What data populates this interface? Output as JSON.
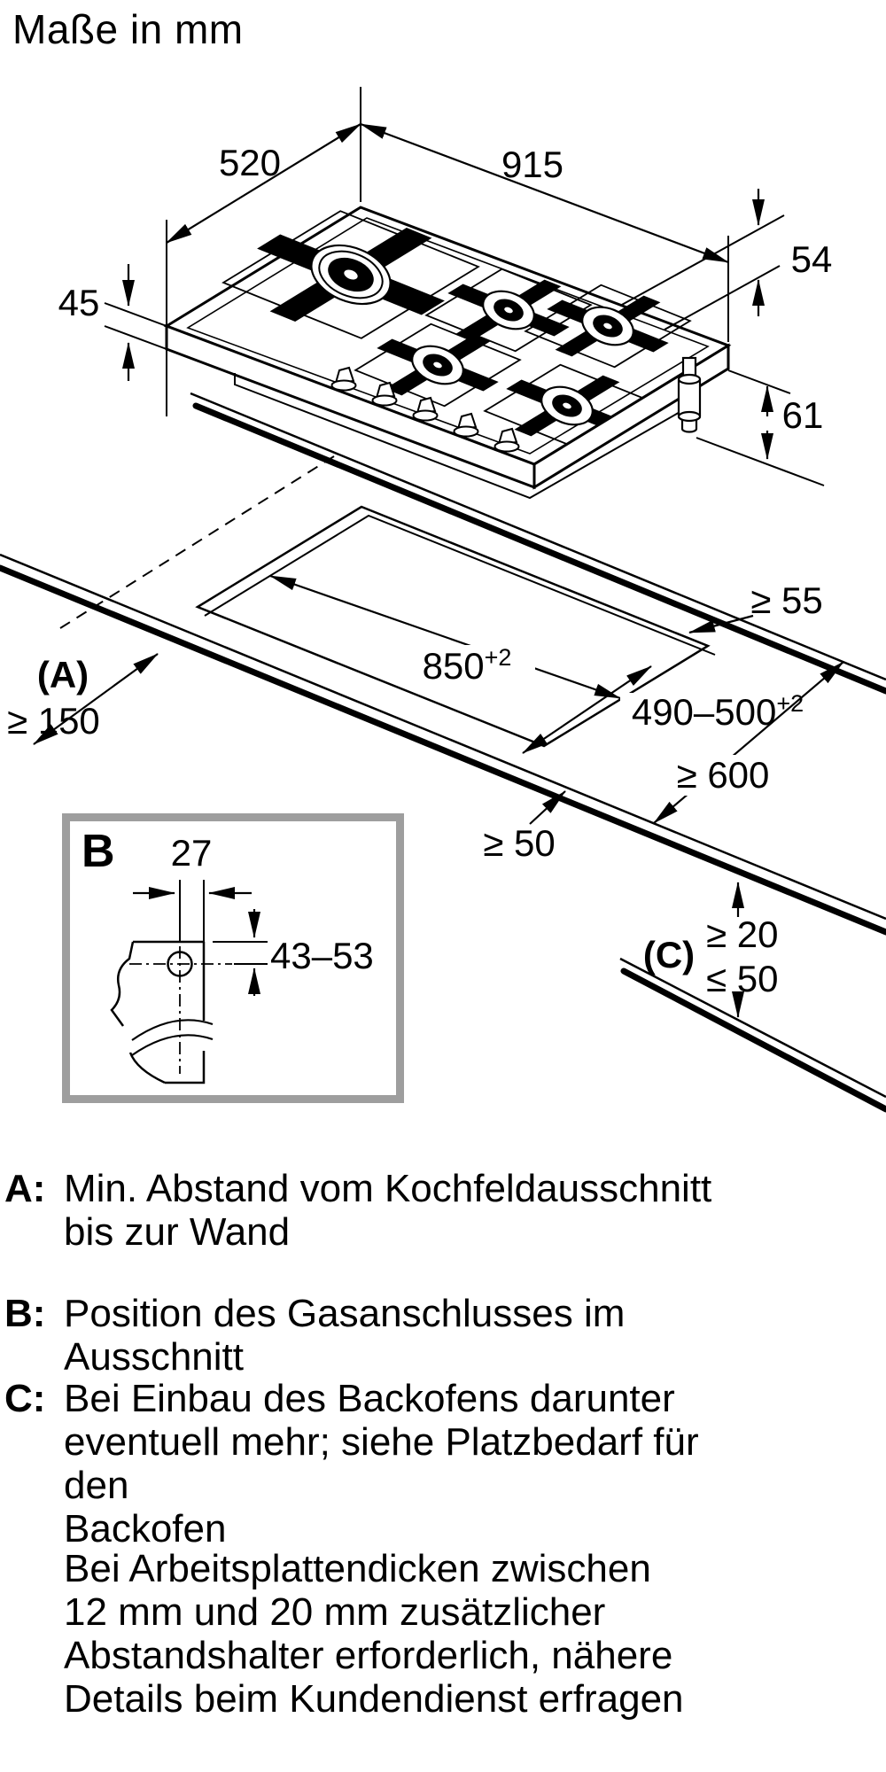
{
  "title": "Maße in mm",
  "drawing": {
    "hob_dims": {
      "depth": "520",
      "width": "915",
      "edge_height": "54",
      "front_height": "45",
      "gas_height": "61"
    },
    "cutout": {
      "length": "850",
      "length_tol": "+2",
      "depth": "490–500",
      "depth_tol": "+2",
      "wall_clearance": "≥ 55",
      "front_clearance": "≥ 50",
      "label_a": "(A)",
      "a_value": "≥ 150",
      "below_clearance": "≥ 600",
      "label_c": "(C)",
      "c_min": "≥ 20",
      "c_max": "≤ 50"
    },
    "detail_b": {
      "label": "B",
      "hole_offset": "27",
      "hole_height": "43–53"
    }
  },
  "legend": {
    "a_key": "A:",
    "a_text": "Min. Abstand vom Kochfeldausschnitt\nbis zur Wand",
    "b_key": "B:",
    "b_text": "Position des Gasanschlusses im\nAusschnitt",
    "c_key": "C:",
    "c_text": "Bei Einbau des Backofens darunter\neventuell mehr; siehe Platzbedarf für den\nBackofen",
    "note": "Bei Arbeitsplattendicken zwischen\n12 mm und 20 mm zusätzlicher\nAbstandshalter erforderlich, nähere\nDetails beim Kundendienst erfragen"
  },
  "colors": {
    "ink": "#000000",
    "detail_box_border": "#9e9e9e",
    "background": "#ffffff"
  }
}
